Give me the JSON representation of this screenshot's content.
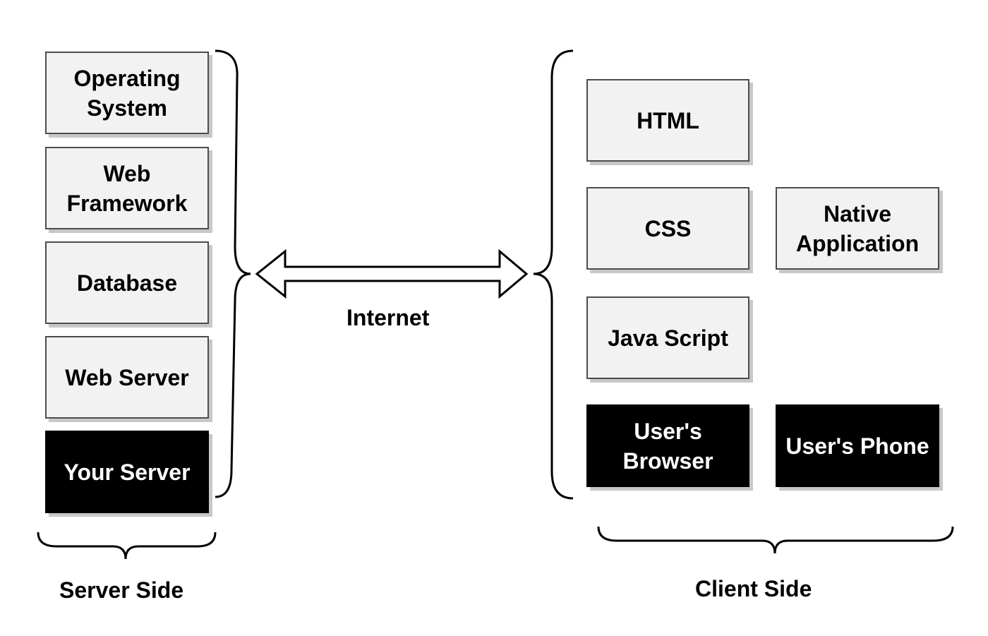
{
  "server": {
    "boxes": [
      {
        "label": "Operating\nSystem"
      },
      {
        "label": "Web\nFramework"
      },
      {
        "label": "Database"
      },
      {
        "label": "Web Server"
      },
      {
        "label": "Your Server"
      }
    ],
    "caption": "Server Side"
  },
  "internet": {
    "label": "Internet"
  },
  "client": {
    "boxes": [
      {
        "label": "HTML"
      },
      {
        "label": "CSS"
      },
      {
        "label": "Native\nApplication"
      },
      {
        "label": "Java Script"
      },
      {
        "label": "User's\nBrowser"
      },
      {
        "label": "User's Phone"
      }
    ],
    "caption": "Client Side"
  }
}
